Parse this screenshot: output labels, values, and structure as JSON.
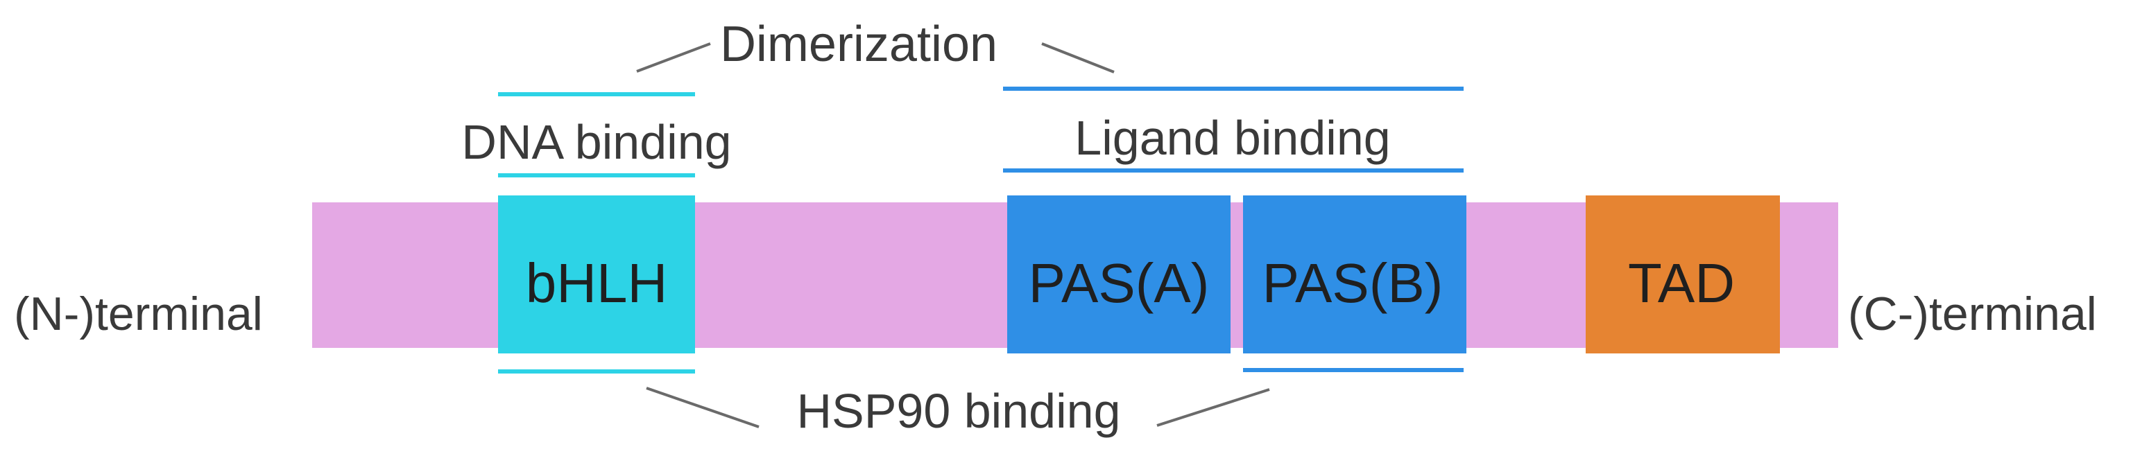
{
  "colors": {
    "backbone": "#e4a8e4",
    "bhlh": "#2dd3e6",
    "pas": "#2f8fe6",
    "tad": "#e68432",
    "connector": "#6a6a6a",
    "text": "#3a3a3a"
  },
  "terminals": {
    "n": "(N-)terminal",
    "c": "(C-)terminal"
  },
  "domains": {
    "bhlh": "bHLH",
    "pas_a": "PAS(A)",
    "pas_b": "PAS(B)",
    "tad": "TAD"
  },
  "annotations": {
    "dimerization": "Dimerization",
    "dna_binding": "DNA binding",
    "ligand_binding": "Ligand binding",
    "hsp90_binding": "HSP90 binding"
  }
}
